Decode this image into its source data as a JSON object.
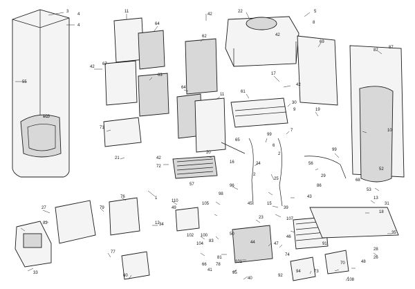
{
  "callouts": [
    {
      "text": "3",
      "id": "c3"
    },
    {
      "text": "4",
      "id": "c4a"
    },
    {
      "text": "4",
      "id": "c4b"
    },
    {
      "text": "55",
      "id": "c55"
    },
    {
      "text": "103",
      "id": "c103"
    },
    {
      "text": "11",
      "id": "c11a"
    },
    {
      "text": "64",
      "id": "c64a"
    },
    {
      "text": "42",
      "id": "c42a"
    },
    {
      "text": "67",
      "id": "c67"
    },
    {
      "text": "62",
      "id": "c62"
    },
    {
      "text": "63",
      "id": "c63"
    },
    {
      "text": "64",
      "id": "c64b"
    },
    {
      "text": "11",
      "id": "c11b"
    },
    {
      "text": "71",
      "id": "c71"
    },
    {
      "text": "21",
      "id": "c21"
    },
    {
      "text": "72",
      "id": "c72"
    },
    {
      "text": "42",
      "id": "c42b"
    },
    {
      "text": "22",
      "id": "c22"
    },
    {
      "text": "42",
      "id": "c42c"
    },
    {
      "text": "5",
      "id": "c5"
    },
    {
      "text": "8",
      "id": "c8"
    },
    {
      "text": "42",
      "id": "c42d"
    },
    {
      "text": "17",
      "id": "c17"
    },
    {
      "text": "42",
      "id": "c42e"
    },
    {
      "text": "61",
      "id": "c61"
    },
    {
      "text": "30",
      "id": "c30"
    },
    {
      "text": "9",
      "id": "c9"
    },
    {
      "text": "19",
      "id": "c19"
    },
    {
      "text": "69",
      "id": "c69"
    },
    {
      "text": "87",
      "id": "c87"
    },
    {
      "text": "87",
      "id": "c87b"
    },
    {
      "text": "10",
      "id": "c10"
    },
    {
      "text": "7",
      "id": "c7"
    },
    {
      "text": "99",
      "id": "c99a"
    },
    {
      "text": "6",
      "id": "c6"
    },
    {
      "text": "65",
      "id": "c65"
    },
    {
      "text": "16",
      "id": "c16"
    },
    {
      "text": "20",
      "id": "c20"
    },
    {
      "text": "2",
      "id": "c2a"
    },
    {
      "text": "2",
      "id": "c2b"
    },
    {
      "text": "24",
      "id": "c24"
    },
    {
      "text": "25",
      "id": "c25"
    },
    {
      "text": "56",
      "id": "c56"
    },
    {
      "text": "52",
      "id": "c52"
    },
    {
      "text": "99",
      "id": "c99b"
    },
    {
      "text": "86",
      "id": "c86"
    },
    {
      "text": "68",
      "id": "c68"
    },
    {
      "text": "31",
      "id": "c31"
    },
    {
      "text": "53",
      "id": "c53"
    },
    {
      "text": "13",
      "id": "c13"
    },
    {
      "text": "1",
      "id": "c1"
    },
    {
      "text": "76",
      "id": "c76"
    },
    {
      "text": "79",
      "id": "c79"
    },
    {
      "text": "110",
      "id": "c110"
    },
    {
      "text": "27",
      "id": "c27"
    },
    {
      "text": "82",
      "id": "c82"
    },
    {
      "text": "12",
      "id": "c12"
    },
    {
      "text": "34",
      "id": "c34"
    },
    {
      "text": "33",
      "id": "c33"
    },
    {
      "text": "77",
      "id": "c77"
    },
    {
      "text": "60",
      "id": "c60"
    },
    {
      "text": "57",
      "id": "c57"
    },
    {
      "text": "96",
      "id": "c96"
    },
    {
      "text": "105",
      "id": "c105"
    },
    {
      "text": "98",
      "id": "c98"
    },
    {
      "text": "45",
      "id": "c45"
    },
    {
      "text": "15",
      "id": "c15"
    },
    {
      "text": "39",
      "id": "c39"
    },
    {
      "text": "46",
      "id": "c46"
    },
    {
      "text": "23",
      "id": "c23"
    },
    {
      "text": "107",
      "id": "c107"
    },
    {
      "text": "47",
      "id": "c47"
    },
    {
      "text": "44",
      "id": "c44"
    },
    {
      "text": "74",
      "id": "c74"
    },
    {
      "text": "73",
      "id": "c73"
    },
    {
      "text": "94",
      "id": "c94"
    },
    {
      "text": "92",
      "id": "c92"
    },
    {
      "text": "108",
      "id": "c108"
    },
    {
      "text": "70",
      "id": "c70"
    },
    {
      "text": "48",
      "id": "c48"
    },
    {
      "text": "18",
      "id": "c18"
    },
    {
      "text": "26",
      "id": "c26"
    },
    {
      "text": "28",
      "id": "c28"
    },
    {
      "text": "35",
      "id": "c35"
    },
    {
      "text": "49",
      "id": "c49"
    },
    {
      "text": "104",
      "id": "c104"
    },
    {
      "text": "100",
      "id": "c100"
    },
    {
      "text": "102",
      "id": "c102"
    },
    {
      "text": "81",
      "id": "c81"
    },
    {
      "text": "83",
      "id": "c83"
    },
    {
      "text": "66",
      "id": "c66"
    },
    {
      "text": "78",
      "id": "c78"
    },
    {
      "text": "95",
      "id": "c95"
    },
    {
      "text": "40",
      "id": "c40"
    },
    {
      "text": "101",
      "id": "c101"
    },
    {
      "text": "41",
      "id": "c41"
    },
    {
      "text": "50",
      "id": "c50"
    },
    {
      "text": "91",
      "id": "c91"
    },
    {
      "text": "43",
      "id": "c43"
    },
    {
      "text": "29",
      "id": "c29"
    }
  ]
}
